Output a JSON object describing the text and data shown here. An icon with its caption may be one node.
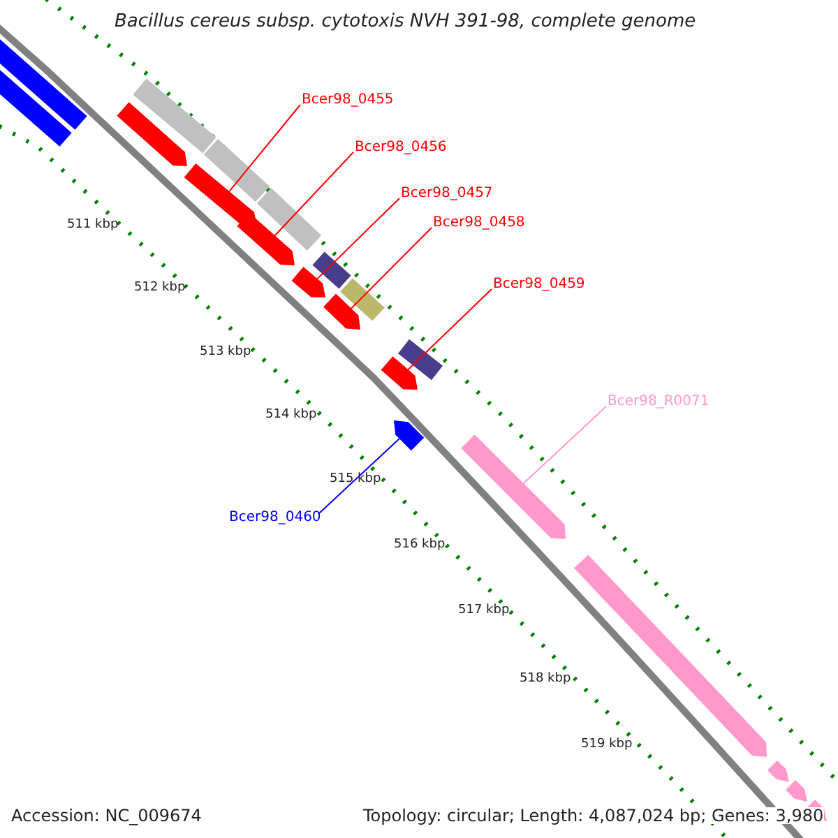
{
  "diagram": {
    "title": "Bacillus cereus subsp. cytotoxis NVH 391-98, complete genome",
    "nodes": [
      {
        "text": [
          "Bcer98_0455"
        ]
      },
      {
        "text": [
          "Bcer98_0456"
        ]
      },
      {
        "text": [
          "Bcer98_0457"
        ]
      },
      {
        "text": [
          "Bcer98_0458"
        ]
      },
      {
        "text": [
          "Bcer98_0459"
        ]
      },
      {
        "text": [
          "Bcer98_R0071"
        ]
      },
      {
        "text": [
          "Bcer98_0460"
        ]
      },
      {
        "text": [],
        "shape": "bar"
      },
      {
        "text": [],
        "shape": "bar"
      },
      {
        "text": [],
        "shape": "bar"
      },
      {
        "text": [],
        "shape": "bar"
      },
      {
        "text": [],
        "shape": "bar"
      },
      {
        "text": [],
        "shape": "arrow"
      },
      {
        "text": [],
        "shape": "arrow"
      },
      {
        "text": [],
        "shape": "arrow"
      },
      {
        "text": [],
        "shape": "arrow"
      },
      {
        "text": [],
        "shape": "arrow"
      },
      {
        "text": [],
        "shape": "bar"
      },
      {
        "text": [],
        "shape": "bar"
      },
      {
        "text": [],
        "shape": "bar"
      },
      {
        "text": [],
        "shape": "arrow"
      },
      {
        "text": [],
        "shape": "arrow"
      },
      {
        "text": [],
        "shape": "arrow"
      },
      {
        "text": [],
        "shape": "arrow"
      },
      {
        "text": [],
        "shape": "arrow"
      },
      {
        "text": [],
        "shape": "arrow"
      },
      {
        "text": [],
        "shape": "arrow"
      }
    ],
    "edges": [
      {
        "from": 0,
        "to": 13,
        "arrow": "none"
      },
      {
        "from": 1,
        "to": 14,
        "arrow": "none"
      },
      {
        "from": 2,
        "to": 15,
        "arrow": "none"
      },
      {
        "from": 3,
        "to": 16,
        "arrow": "none"
      },
      {
        "from": 4,
        "to": 20,
        "arrow": "none"
      },
      {
        "from": 5,
        "to": 21,
        "arrow": "none",
        "color": "#ff99cc"
      },
      {
        "from": 6,
        "to": 22,
        "arrow": "none",
        "color": "#0000ff"
      }
    ],
    "labels": [
      "511 kbp",
      "512 kbp",
      "513 kbp",
      "514 kbp",
      "515 kbp",
      "516 kbp",
      "517 kbp",
      "518 kbp",
      "519 kbp",
      "Accession: NC_009674",
      "Topology: circular; Length: 4,087,024 bp; Genes: 3,980"
    ]
  }
}
